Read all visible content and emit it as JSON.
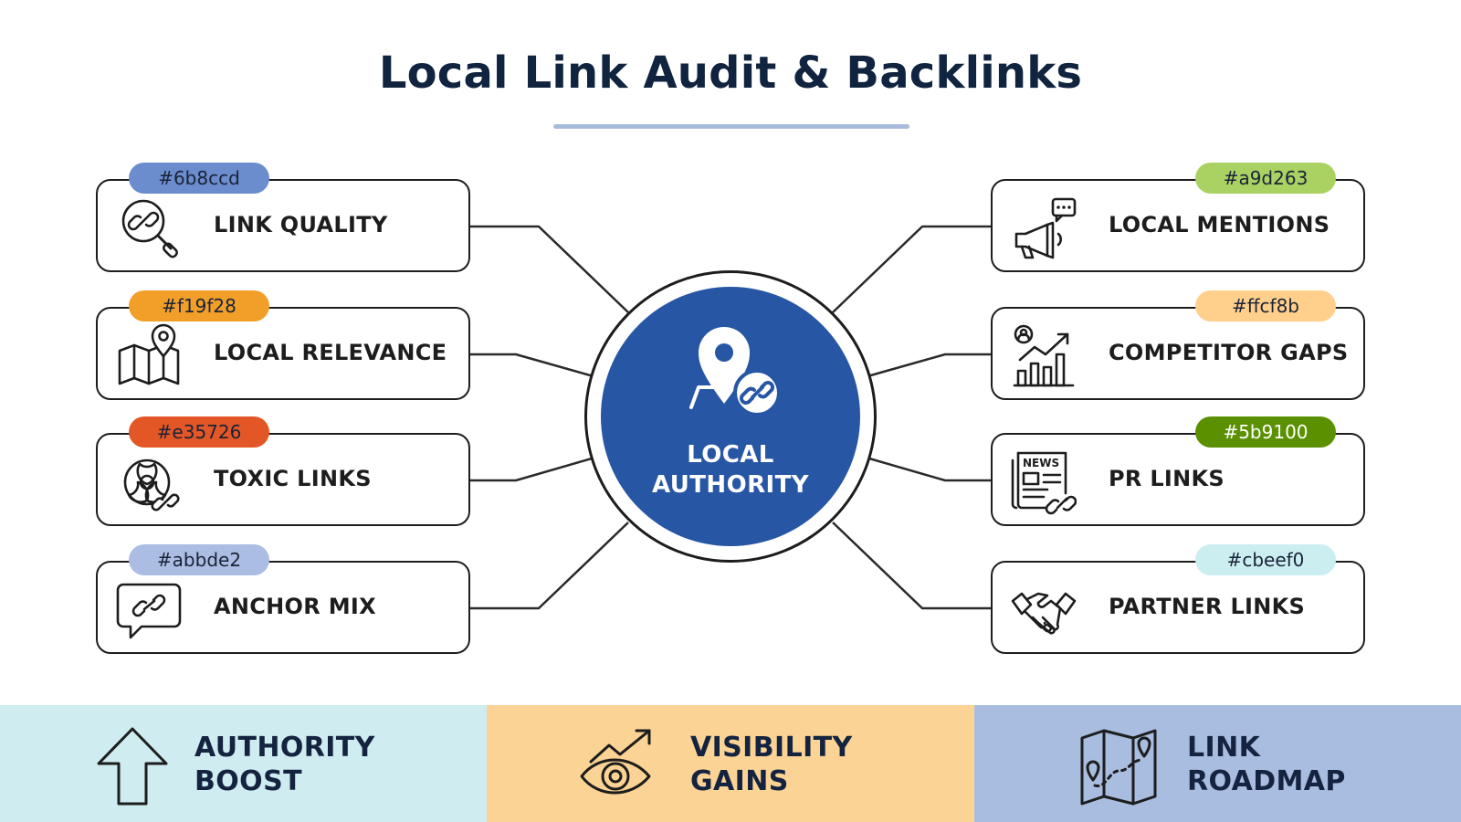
{
  "title": "Local Link Audit & Backlinks",
  "hub": {
    "line1": "LOCAL",
    "line2": "AUTHORITY",
    "icon": "location-pin-link-icon",
    "color": "#2756a5"
  },
  "left_cards": [
    {
      "label": "LINK QUALITY",
      "badge": "#6b8ccd",
      "color": "#6b8ccd",
      "icon": "magnifier-link-icon"
    },
    {
      "label": "LOCAL RELEVANCE",
      "badge": "#f19f28",
      "color": "#f19f28",
      "icon": "map-pin-icon"
    },
    {
      "label": "TOXIC LINKS",
      "badge": "#e35726",
      "color": "#e35726",
      "icon": "biohazard-link-icon"
    },
    {
      "label": "ANCHOR MIX",
      "badge": "#abbde2",
      "color": "#abbde2",
      "icon": "speech-bubble-link-icon"
    }
  ],
  "right_cards": [
    {
      "label": "LOCAL MENTIONS",
      "badge": "#a9d263",
      "color": "#a9d263",
      "icon": "megaphone-chat-icon"
    },
    {
      "label": "COMPETITOR GAPS",
      "badge": "#ffcf8b",
      "color": "#ffcf8b",
      "icon": "growth-chart-icon"
    },
    {
      "label": "PR LINKS",
      "badge": "#5b9100",
      "color": "#5b9100",
      "icon": "newspaper-link-icon"
    },
    {
      "label": "PARTNER LINKS",
      "badge": "#cbeef0",
      "color": "#cbeef0",
      "icon": "handshake-icon"
    }
  ],
  "footer": [
    {
      "line1": "AUTHORITY",
      "line2": "BOOST",
      "icon": "arrow-up-icon",
      "color": "#cfecf0"
    },
    {
      "line1": "VISIBILITY",
      "line2": "GAINS",
      "icon": "eye-growth-icon",
      "color": "#fbd394"
    },
    {
      "line1": "LINK",
      "line2": "ROADMAP",
      "icon": "route-map-icon",
      "color": "#a9bde0"
    }
  ]
}
